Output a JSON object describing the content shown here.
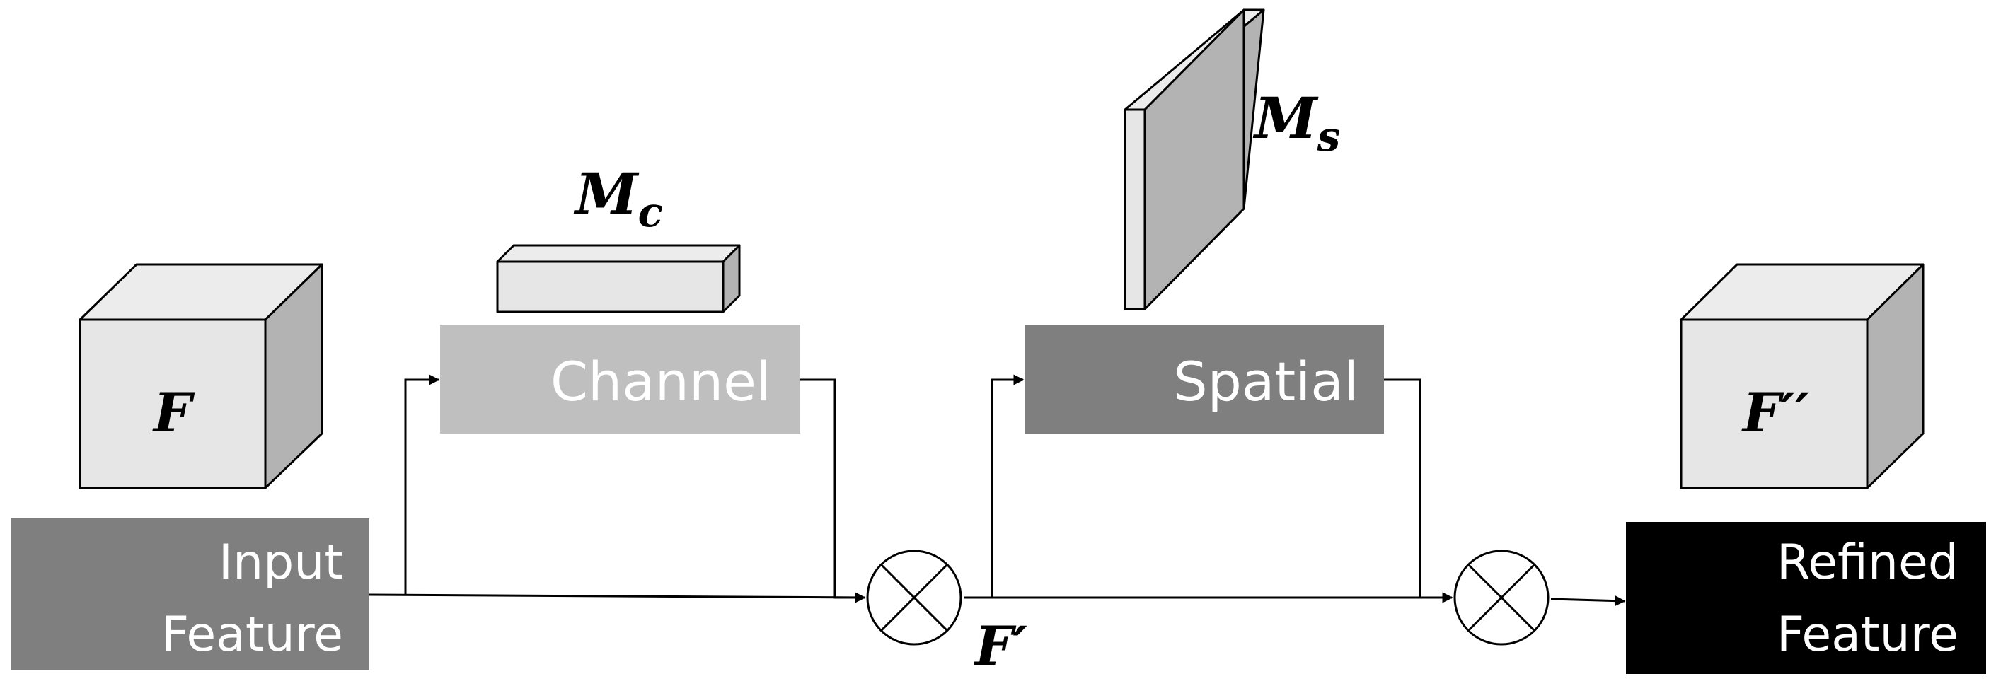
{
  "blocks": {
    "input": {
      "line1": "Input",
      "line2": "Feature"
    },
    "channel": {
      "label": "Channel"
    },
    "spatial": {
      "label": "Spatial"
    },
    "refined": {
      "line1": "Refined",
      "line2": "Feature"
    }
  },
  "symbols": {
    "input_feature": "F",
    "channel_map": {
      "base": "M",
      "sub": "c"
    },
    "intermediate_feature": "F′",
    "spatial_map": {
      "base": "M",
      "sub": "s"
    },
    "refined_feature": "F′′"
  },
  "operators": [
    "multiply-icon",
    "multiply-icon"
  ],
  "colors": {
    "input_box": "#7f7f7f",
    "channel_box": "#bfbfbf",
    "spatial_box": "#7f7f7f",
    "refined_box": "#000000",
    "cube_front": "#e6e6e6",
    "cube_top": "#ececec",
    "cube_side": "#b3b3b3",
    "line": "#000000"
  }
}
